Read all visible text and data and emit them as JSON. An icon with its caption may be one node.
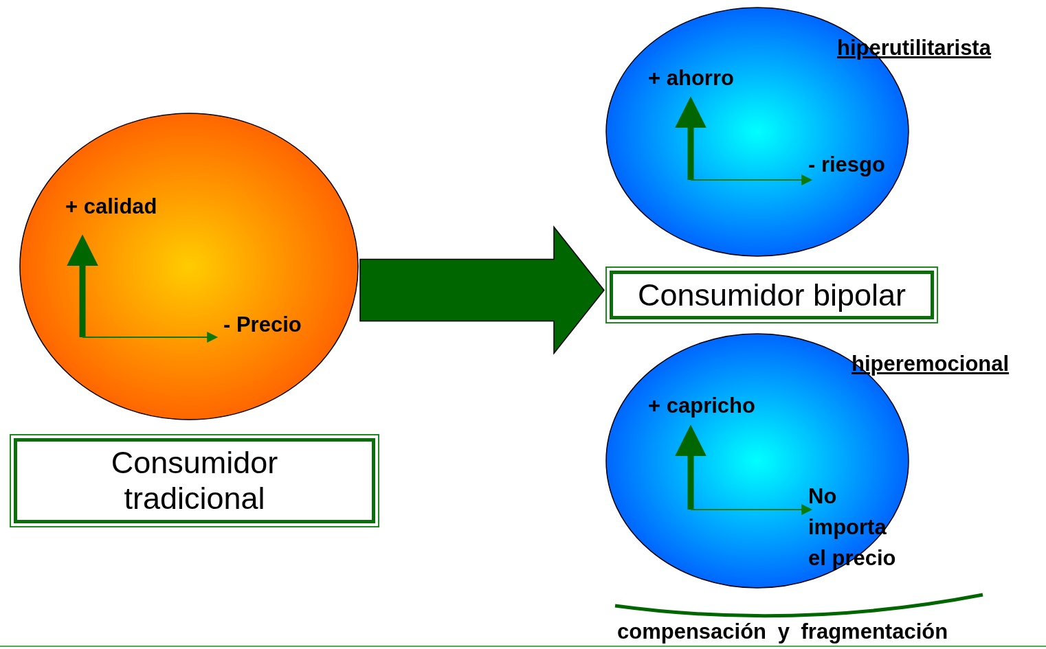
{
  "diagram": {
    "nodes": [
      {
        "text": [
          "+ calidad",
          "- Precio"
        ]
      },
      {
        "text": [
          "Consumidor tradicional"
        ]
      },
      {
        "text": [
          "hiperutilitarista",
          "+ ahorro",
          "- riesgo"
        ]
      },
      {
        "text": [
          "Consumidor bipolar"
        ]
      },
      {
        "text": [
          "hiperemocional",
          "+ capricho",
          "No importa el precio"
        ]
      }
    ],
    "edges": [
      {
        "from": 0,
        "to": 3,
        "arrow": "to"
      }
    ],
    "labels": [
      "compensación y fragmentación"
    ]
  }
}
